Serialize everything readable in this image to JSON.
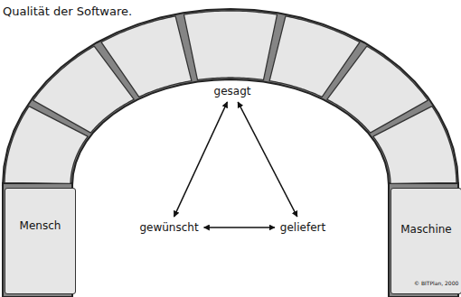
{
  "diagram": {
    "nodes": [
      {
        "text": [
          "gesagt"
        ]
      },
      {
        "text": [
          "Mensch"
        ]
      },
      {
        "text": [
          "gewünscht"
        ]
      },
      {
        "text": [
          "geliefert"
        ]
      },
      {
        "text": [
          "Maschine"
        ]
      }
    ],
    "edges": [
      {
        "from": 0,
        "to": 2,
        "arrow": "both"
      },
      {
        "from": 0,
        "to": 3,
        "arrow": "both"
      },
      {
        "from": 2,
        "to": 3,
        "arrow": "both"
      }
    ],
    "labels": [
      "Qualität der Software.",
      "© BITPlan, 2000"
    ]
  }
}
